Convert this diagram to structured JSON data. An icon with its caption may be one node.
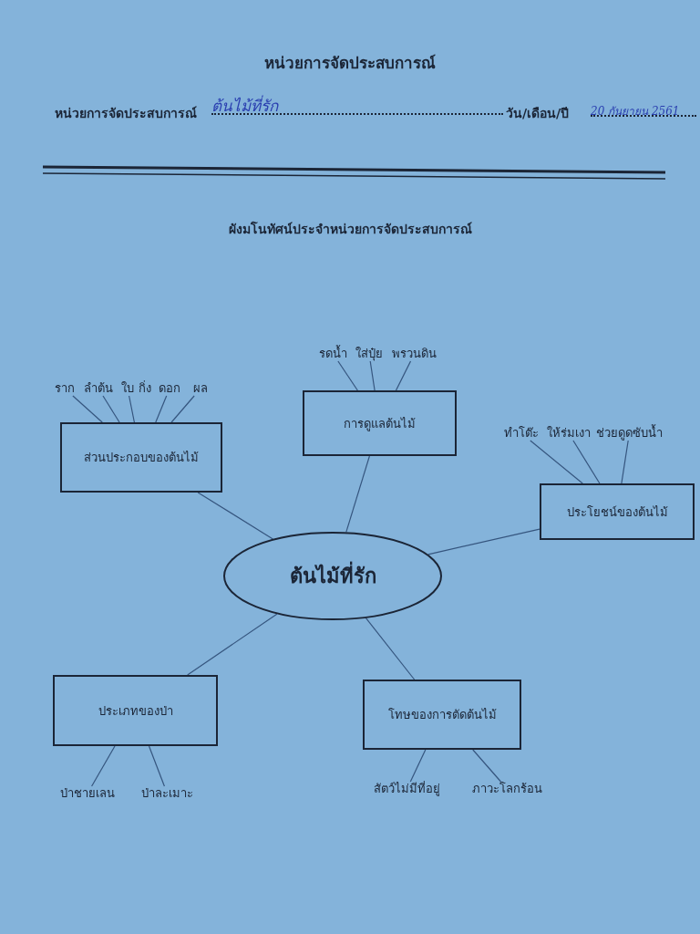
{
  "diagram": {
    "title": "หน่วยการจัดประสบการณ์",
    "nodes": [
      {
        "text": [
          "ต้นไม้ที่รัก"
        ]
      },
      {
        "text": [
          "ส่วนประกอบของต้นไม้"
        ]
      },
      {
        "text": [
          "การดูแลต้นไม้"
        ]
      },
      {
        "text": [
          "ประโยชน์ของต้นไม้"
        ]
      },
      {
        "text": [
          "ประเภทของป่า"
        ]
      },
      {
        "text": [
          "โทษของการตัดต้นไม้"
        ]
      },
      {
        "text": [
          "ราก"
        ]
      },
      {
        "text": [
          "ลำต้น"
        ]
      },
      {
        "text": [
          "ใบ"
        ]
      },
      {
        "text": [
          "กิ่ง"
        ]
      },
      {
        "text": [
          "ดอก"
        ]
      },
      {
        "text": [
          "ผล"
        ]
      },
      {
        "text": [
          "รดน้ำ"
        ]
      },
      {
        "text": [
          "ใส่ปุ๋ย"
        ]
      },
      {
        "text": [
          "พรวนดิน"
        ]
      },
      {
        "text": [
          "ทำโต๊ะ"
        ]
      },
      {
        "text": [
          "ให้ร่มเงา"
        ]
      },
      {
        "text": [
          "ช่วยดูดซับน้ำ"
        ]
      },
      {
        "text": [
          "ป่าชายเลน"
        ]
      },
      {
        "text": [
          "ป่าละเมาะ"
        ]
      },
      {
        "text": [
          "สัตว์ไม่มีที่อยู่"
        ]
      },
      {
        "text": [
          "ภาวะโลกร้อน"
        ]
      }
    ],
    "edges": [
      {
        "from": 0,
        "to": 1,
        "arrow": "none"
      },
      {
        "from": 0,
        "to": 2,
        "arrow": "none"
      },
      {
        "from": 0,
        "to": 3,
        "arrow": "none"
      },
      {
        "from": 0,
        "to": 4,
        "arrow": "none"
      },
      {
        "from": 0,
        "to": 5,
        "arrow": "none"
      },
      {
        "from": 1,
        "to": 6,
        "arrow": "none"
      },
      {
        "from": 1,
        "to": 7,
        "arrow": "none"
      },
      {
        "from": 1,
        "to": 8,
        "arrow": "none"
      },
      {
        "from": 1,
        "to": 10,
        "arrow": "none"
      },
      {
        "from": 1,
        "to": 11,
        "arrow": "none"
      },
      {
        "from": 2,
        "to": 12,
        "arrow": "none"
      },
      {
        "from": 2,
        "to": 13,
        "arrow": "none"
      },
      {
        "from": 2,
        "to": 14,
        "arrow": "none"
      },
      {
        "from": 3,
        "to": 15,
        "arrow": "none"
      },
      {
        "from": 3,
        "to": 16,
        "arrow": "none"
      },
      {
        "from": 3,
        "to": 17,
        "arrow": "none"
      },
      {
        "from": 4,
        "to": 18,
        "arrow": "none"
      },
      {
        "from": 4,
        "to": 19,
        "arrow": "none"
      },
      {
        "from": 5,
        "to": 20,
        "arrow": "none"
      },
      {
        "from": 5,
        "to": 21,
        "arrow": "none"
      }
    ],
    "labels": [
      "หน่วยการจัดประสบการณ์",
      "ต้นไม้ที่รัก",
      "วัน/เดือน/ปี",
      "20 กันยายน 2561",
      "ผังมโนทัศน์ประจำหน่วยการจัดประสบการณ์"
    ]
  }
}
